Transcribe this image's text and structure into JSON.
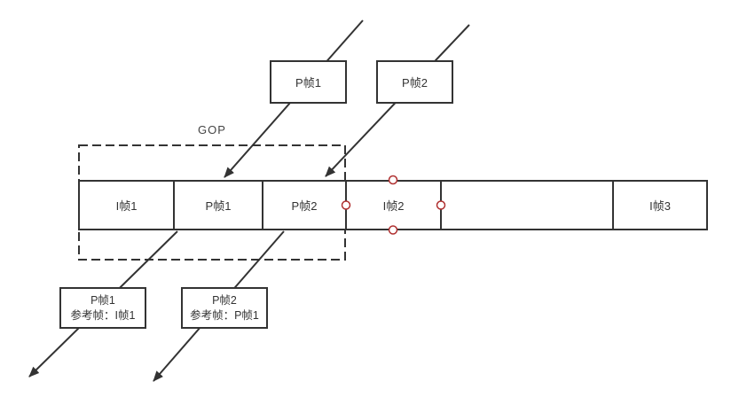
{
  "gop": {
    "label": "GOP"
  },
  "top_boxes": [
    {
      "label": "P帧1"
    },
    {
      "label": "P帧2"
    }
  ],
  "timeline": {
    "cells": [
      {
        "label": "I帧1"
      },
      {
        "label": "P帧1"
      },
      {
        "label": "P帧2"
      },
      {
        "label": "I帧2"
      },
      {
        "label": ""
      },
      {
        "label": "I帧3"
      }
    ]
  },
  "reference_boxes": [
    {
      "title": "P帧1",
      "reference": "参考帧：I帧1"
    },
    {
      "title": "P帧2",
      "reference": "参考帧：P帧1"
    }
  ],
  "colors": {
    "stroke": "#333333",
    "text": "#333333",
    "shape_fill": "#ffffff",
    "connection_point_stroke": "#b03030",
    "background": "#ffffff"
  }
}
